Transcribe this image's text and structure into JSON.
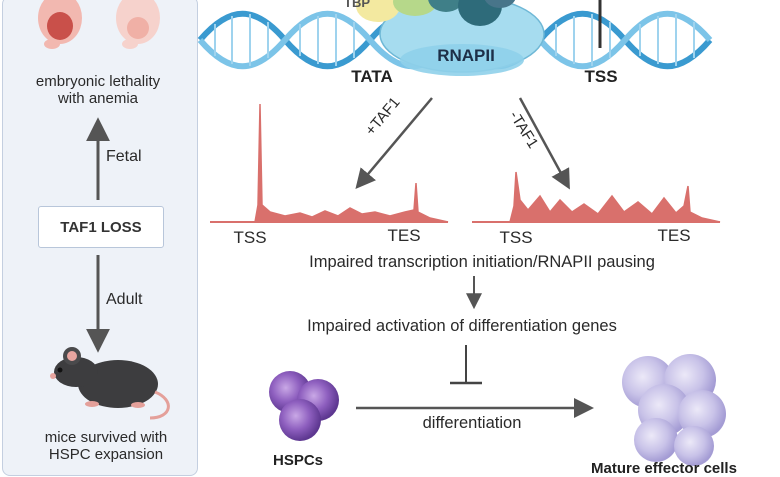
{
  "left_panel": {
    "fetal_outcome_line1": "embryonic lethality",
    "fetal_outcome_line2": "with anemia",
    "fetal_label": "Fetal",
    "loss_label": "TAF1 LOSS",
    "adult_label": "Adult",
    "adult_outcome_line1": "mice survived with",
    "adult_outcome_line2": "HSPC expansion"
  },
  "top": {
    "complex_label": "RNAPII",
    "tata_label": "TATA",
    "tss_label": "TSS",
    "partial_label": "TBP"
  },
  "profiles": {
    "plus_taf1": "+TAF1",
    "minus_taf1": "-TAF1",
    "left_tss": "TSS",
    "left_tes": "TES",
    "right_tss": "TSS",
    "right_tes": "TES",
    "color": "#d9706c"
  },
  "flow": {
    "step1": "Impaired transcription initiation/RNAPII pausing",
    "step2": "Impaired  activation of  differentiation genes",
    "process": "differentiation",
    "start_cells": "HSPCs",
    "end_cells": "Mature effector cells"
  },
  "colors": {
    "dna_strand": "#3a9ad0",
    "hspc": "#7a4fa8",
    "mature": "#bdb6e0",
    "panel_bg": "#eef2f8",
    "arrow": "#555555"
  }
}
